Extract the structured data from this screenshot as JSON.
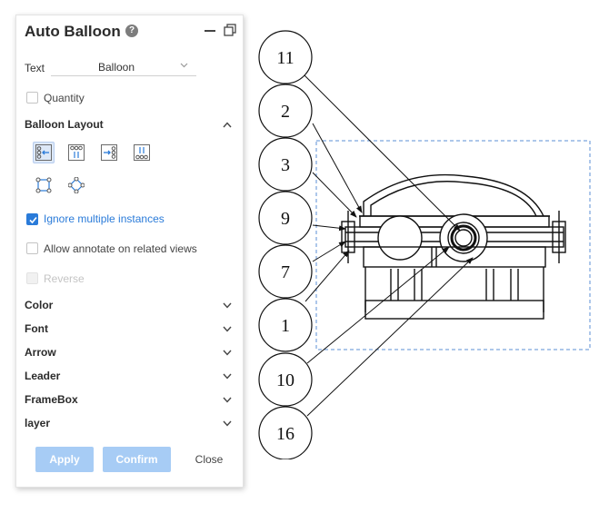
{
  "panel": {
    "title": "Auto Balloon",
    "help_symbol": "?",
    "text_label": "Text",
    "text_value": "Balloon",
    "quantity_label": "Quantity",
    "balloon_layout_title": "Balloon Layout",
    "ignore_multiple_label": "Ignore multiple instances",
    "allow_annotate_label": "Allow annotate on related views",
    "reverse_label": "Reverse",
    "sections": [
      "Color",
      "Font",
      "Arrow",
      "Leader",
      "FrameBox",
      "layer"
    ],
    "apply_label": "Apply",
    "confirm_label": "Confirm",
    "close_label": "Close"
  },
  "drawing": {
    "balloons": [
      "11",
      "2",
      "3",
      "9",
      "7",
      "1",
      "10",
      "16"
    ]
  },
  "colors": {
    "accent": "#2a7bd9",
    "button_disabled": "#a7ccf5",
    "dashed_frame": "#5b8fd6"
  }
}
